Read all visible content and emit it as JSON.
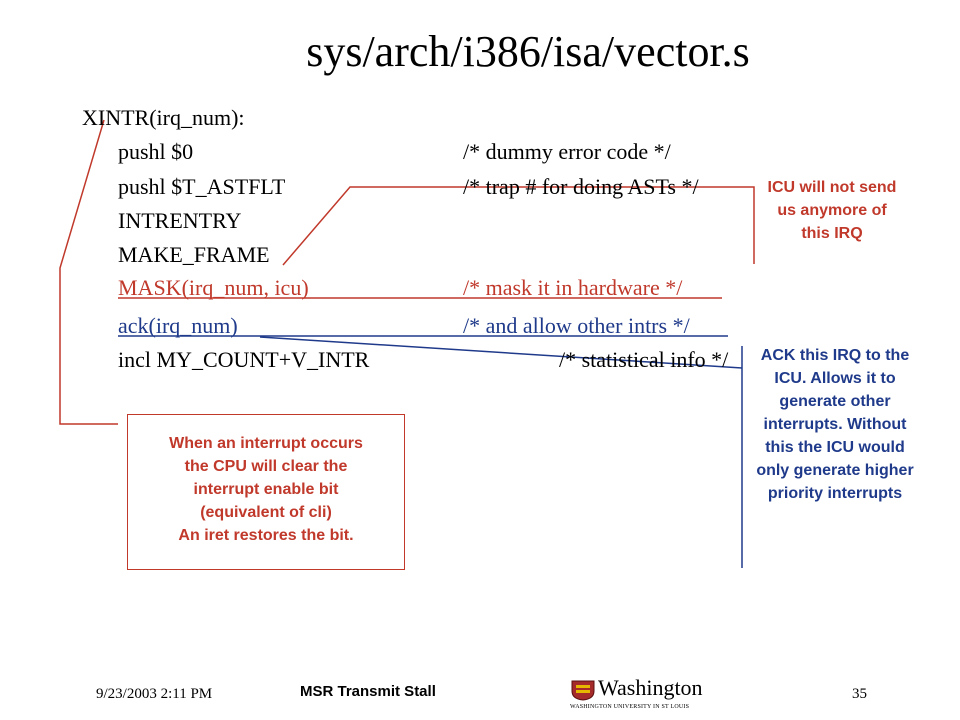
{
  "title": "sys/arch/i386/isa/vector.s",
  "code": {
    "header": "XINTR(irq_num):",
    "lines": [
      {
        "left": "pushl  $0",
        "right": "/* dummy error code */"
      },
      {
        "left": "pushl  $T_ASTFLT",
        "right": "/* trap # for doing ASTs */"
      },
      {
        "left": "INTRENTRY",
        "right": ""
      },
      {
        "left": "MAKE_FRAME",
        "right": ""
      },
      {
        "left": "MASK(irq_num, icu)",
        "right": "/* mask it in hardware */"
      },
      {
        "left": "ack(irq_num)",
        "right": "/* and allow other intrs */"
      },
      {
        "left": "incl    MY_COUNT+V_INTR",
        "right": "/* statistical info */"
      }
    ]
  },
  "notes": {
    "icu_no_more": "ICU will not send us anymore of this IRQ",
    "ack_irq": "ACK this IRQ to the ICU. Allows it to generate other interrupts. Without this the ICU would only generate higher priority interrupts",
    "interrupt_box_lines": [
      "When an interrupt occurs",
      "the CPU will clear the",
      "interrupt enable bit",
      "(equivalent of cli)",
      "An iret restores the bit."
    ]
  },
  "footer": {
    "date": "9/23/2003 2:11 PM",
    "center": "MSR Transmit Stall",
    "logo_text": "Washington",
    "logo_subtext": "WASHINGTON UNIVERSITY IN ST LOUIS",
    "page": "35"
  },
  "colors": {
    "red": "#c0392b",
    "blue": "#1f3a8a"
  }
}
